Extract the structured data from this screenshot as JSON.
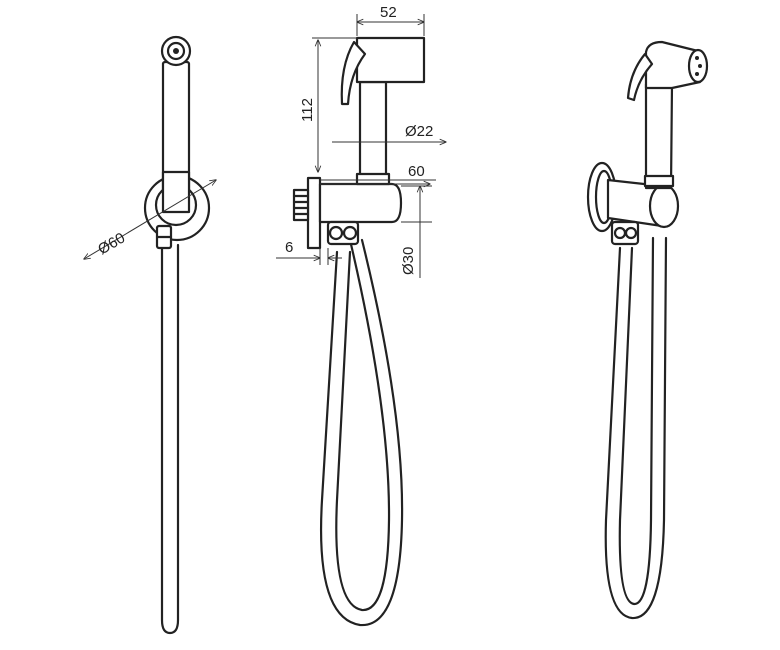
{
  "dimensions": {
    "width_52": "52",
    "height_112": "112",
    "dia_22": "Ø22",
    "depth_60": "60",
    "dia_30": "Ø30",
    "offset_6": "6",
    "dia_60": "Ø60"
  },
  "colors": {
    "line": "#222222",
    "background": "#ffffff"
  }
}
